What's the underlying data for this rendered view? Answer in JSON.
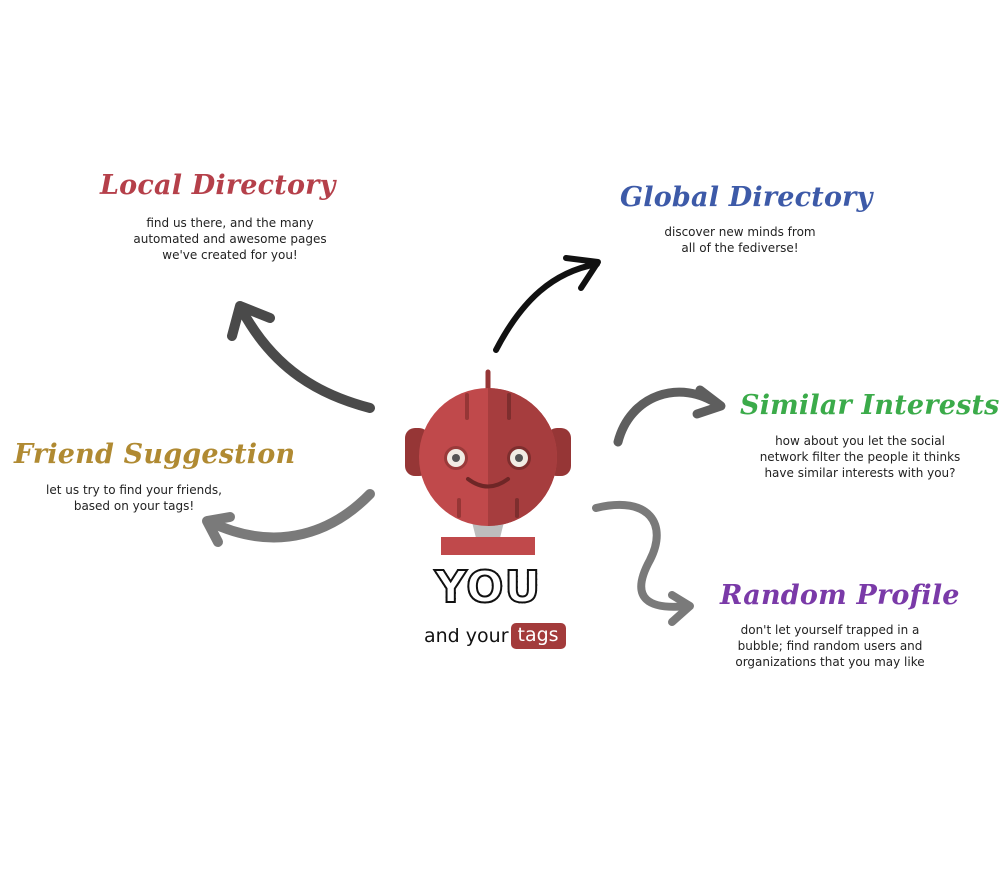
{
  "center": {
    "title": "YOU",
    "tagline_prefix": "and your",
    "tagline_badge": "tags"
  },
  "nodes": {
    "local_directory": {
      "title": "Local Directory",
      "description": "find us there, and the many\nautomated and awesome pages\nwe've created for you!"
    },
    "global_directory": {
      "title": "Global Directory",
      "description": "discover new minds from\nall of the fediverse!"
    },
    "friend_suggestion": {
      "title": "Friend Suggestion",
      "description": "let us try to find your friends,\nbased on your tags!"
    },
    "similar_interests": {
      "title": "Similar Interests",
      "description": "how about you let the social\nnetwork filter the people it thinks\nhave similar interests with you?"
    },
    "random_profile": {
      "title": "Random Profile",
      "description": "don't let yourself trapped in a\nbubble; find random users and\norganizations that you may like"
    }
  },
  "colors": {
    "local_directory": "#b5404a",
    "global_directory": "#3d5aa8",
    "friend_suggestion": "#b08a32",
    "similar_interests": "#3bab4a",
    "random_profile": "#7a3aa8",
    "robot_red": "#c0494b",
    "robot_dark": "#963636",
    "badge": "#a33b3b"
  },
  "icons": {
    "mascot": "robot-head-icon",
    "connectors": "curved-arrow-icon"
  }
}
